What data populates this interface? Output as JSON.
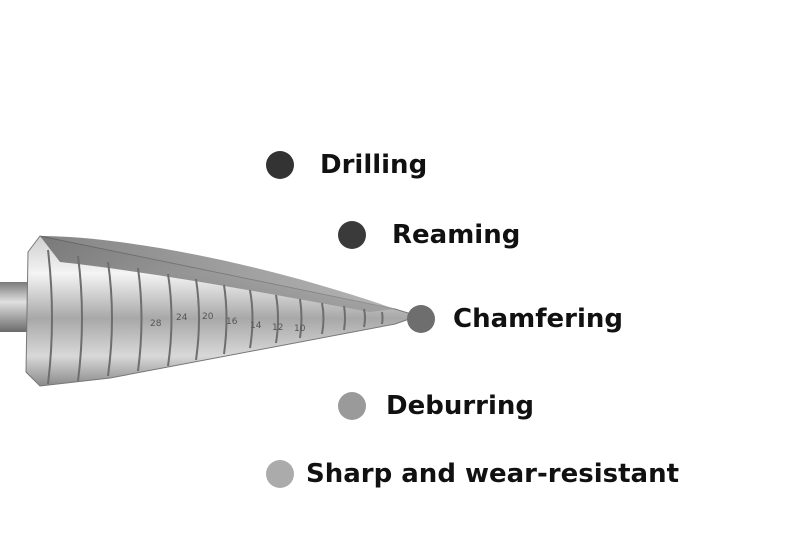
{
  "features": [
    {
      "label": "Drilling",
      "dot_color": "#333333"
    },
    {
      "label": "Reaming",
      "dot_color": "#3a3a3a"
    },
    {
      "label": "Chamfering",
      "dot_color": "#6e6e6e"
    },
    {
      "label": "Deburring",
      "dot_color": "#9a9a9a"
    },
    {
      "label": "Sharp and wear-resistant",
      "dot_color": "#ababab"
    }
  ],
  "product": {
    "step_markings": [
      "28",
      "24",
      "20",
      "16",
      "14",
      "12",
      "10"
    ]
  },
  "colors": {
    "background": "#ffffff",
    "text": "#111111",
    "metal_light": "#e6e6e6",
    "metal_dark": "#6a6a6a"
  }
}
